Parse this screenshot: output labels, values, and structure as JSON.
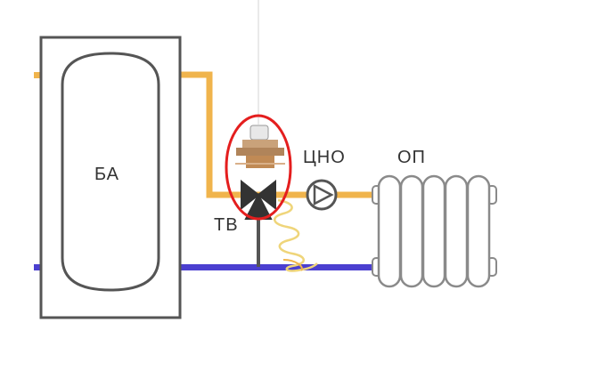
{
  "labels": {
    "tank": "БА",
    "valve": "ТВ",
    "pump": "ЦНО",
    "radiator": "ОП"
  },
  "colors": {
    "hot_pipe": "#F0B44C",
    "cold_pipe": "#4B3FD0",
    "outline": "#555555",
    "highlight": "#E41E1E"
  },
  "icons": {
    "tank": "storage-tank-icon",
    "valve": "three-way-valve-icon",
    "pump": "circulation-pump-icon",
    "radiator": "radiator-icon"
  }
}
